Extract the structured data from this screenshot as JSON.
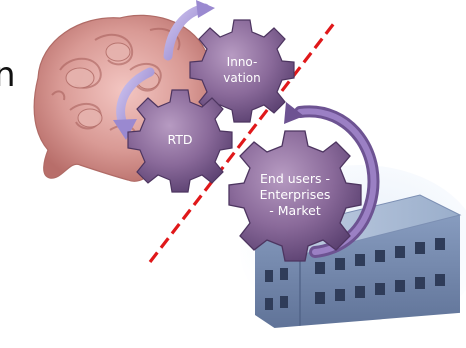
{
  "diagram": {
    "edge_letter": "n",
    "gears": {
      "innovation": {
        "line1": "Inno-",
        "line2": "vation"
      },
      "rtd": {
        "label": "RTD"
      },
      "end_users": {
        "line1": "End users -",
        "line2": "Enterprises",
        "line3": "- Market"
      }
    },
    "colors": {
      "gear_fill": "#8a6a9a",
      "gear_dark": "#5f4475",
      "arrow": "#a99ad6",
      "divider": "#e0181a",
      "brain": "#cf8a86",
      "building": "#6f84a8"
    },
    "icons": [
      "brain-illustration",
      "building-illustration",
      "cycle-arrow",
      "dashed-divider-line"
    ]
  }
}
